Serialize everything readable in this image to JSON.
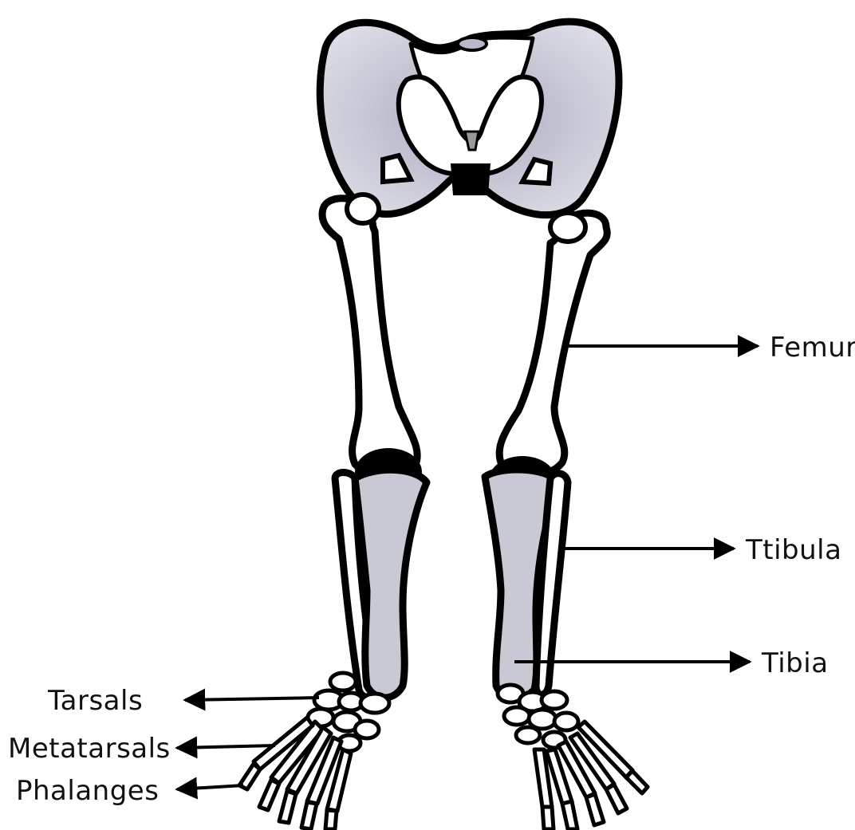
{
  "labels": {
    "femur": "Femur",
    "fibula": "Ttibula",
    "tibia": "Tibia",
    "tarsals": "Tarsals",
    "metatarsals": "Metatarsals",
    "phalanges": "Phalanges"
  },
  "colors": {
    "outline": "#000000",
    "bone_fill": "#ffffff",
    "shading": "#c9c9d6",
    "joint": "#000000"
  }
}
